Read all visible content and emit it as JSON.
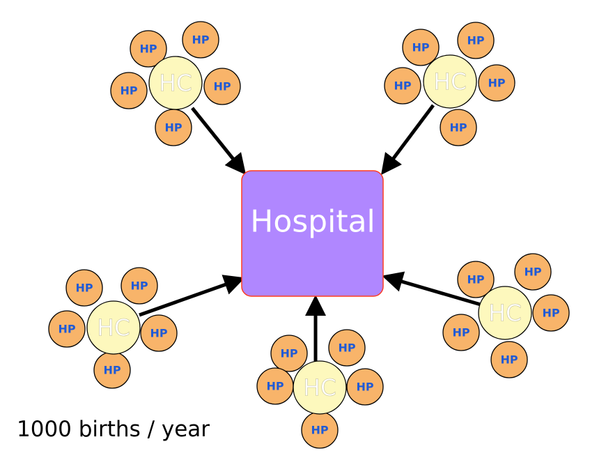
{
  "hospital": {
    "label": "Hospital",
    "fill": "#b087ff",
    "border": "#ff3b1f"
  },
  "health_center_fill": "#fdf8bd",
  "health_post_fill": "#f8b46a",
  "clusters": [
    {
      "hc": "HC",
      "hps": [
        "HP",
        "HP",
        "HP",
        "HP",
        "HP"
      ]
    },
    {
      "hc": "HC",
      "hps": [
        "HP",
        "HP",
        "HP",
        "HP",
        "HP"
      ]
    },
    {
      "hc": "HC",
      "hps": [
        "HP",
        "HP",
        "HP",
        "HP",
        "HP"
      ]
    },
    {
      "hc": "HC",
      "hps": [
        "HP",
        "HP",
        "HP",
        "HP",
        "HP"
      ]
    },
    {
      "hc": "HC",
      "hps": [
        "HP",
        "HP",
        "HP",
        "HP",
        "HP"
      ]
    }
  ],
  "caption": "1000 births / year"
}
